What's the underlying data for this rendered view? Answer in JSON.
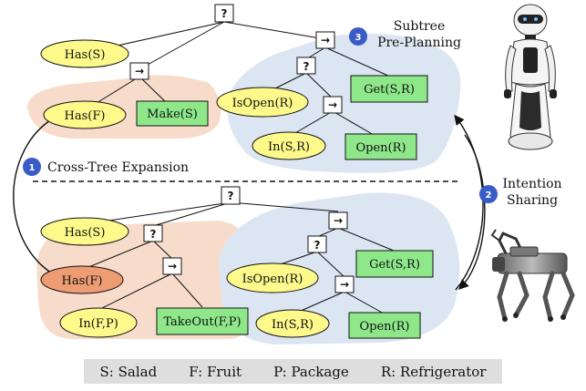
{
  "top_tree": {
    "root": "?",
    "has_s": "Has(S)",
    "seq": "→",
    "has_f": "Has(F)",
    "make_s": "Make(S)",
    "right_seq": "→",
    "right_fallback": "?",
    "isopen": "IsOpen(R)",
    "get_sr": "Get(S,R)",
    "inner_seq": "→",
    "in_sr": "In(S,R)",
    "open_r": "Open(R)"
  },
  "bottom_tree": {
    "root": "?",
    "has_s": "Has(S)",
    "fallback": "?",
    "has_f": "Has(F)",
    "seq": "→",
    "in_fp": "In(F,P)",
    "takeout": "TakeOut(F,P)",
    "right_seq": "→",
    "right_fallback": "?",
    "isopen": "IsOpen(R)",
    "get_sr": "Get(S,R)",
    "inner_seq": "→",
    "in_sr": "In(S,R)",
    "open_r": "Open(R)"
  },
  "annotations": {
    "step1_num": "1",
    "step1_label": "Cross-Tree Expansion",
    "step2_num": "2",
    "step2_label_line1": "Intention",
    "step2_label_line2": "Sharing",
    "step3_num": "3",
    "step3_label_line1": "Subtree",
    "step3_label_line2": "Pre-Planning"
  },
  "legend": {
    "s": "S: Salad",
    "f": "F: Fruit",
    "p": "P: Package",
    "r": "R: Refrigerator"
  },
  "colors": {
    "condition_fill": "#fdf98a",
    "action_fill": "#8ee88a",
    "highlight_fill": "#ed9c74",
    "blue_region": "#dce6f3",
    "peach_region": "#f8dccb",
    "badge": "#3a5cc7"
  },
  "icons": {
    "humanoid": "humanoid-robot-icon",
    "quadruped": "quadruped-robot-icon"
  }
}
